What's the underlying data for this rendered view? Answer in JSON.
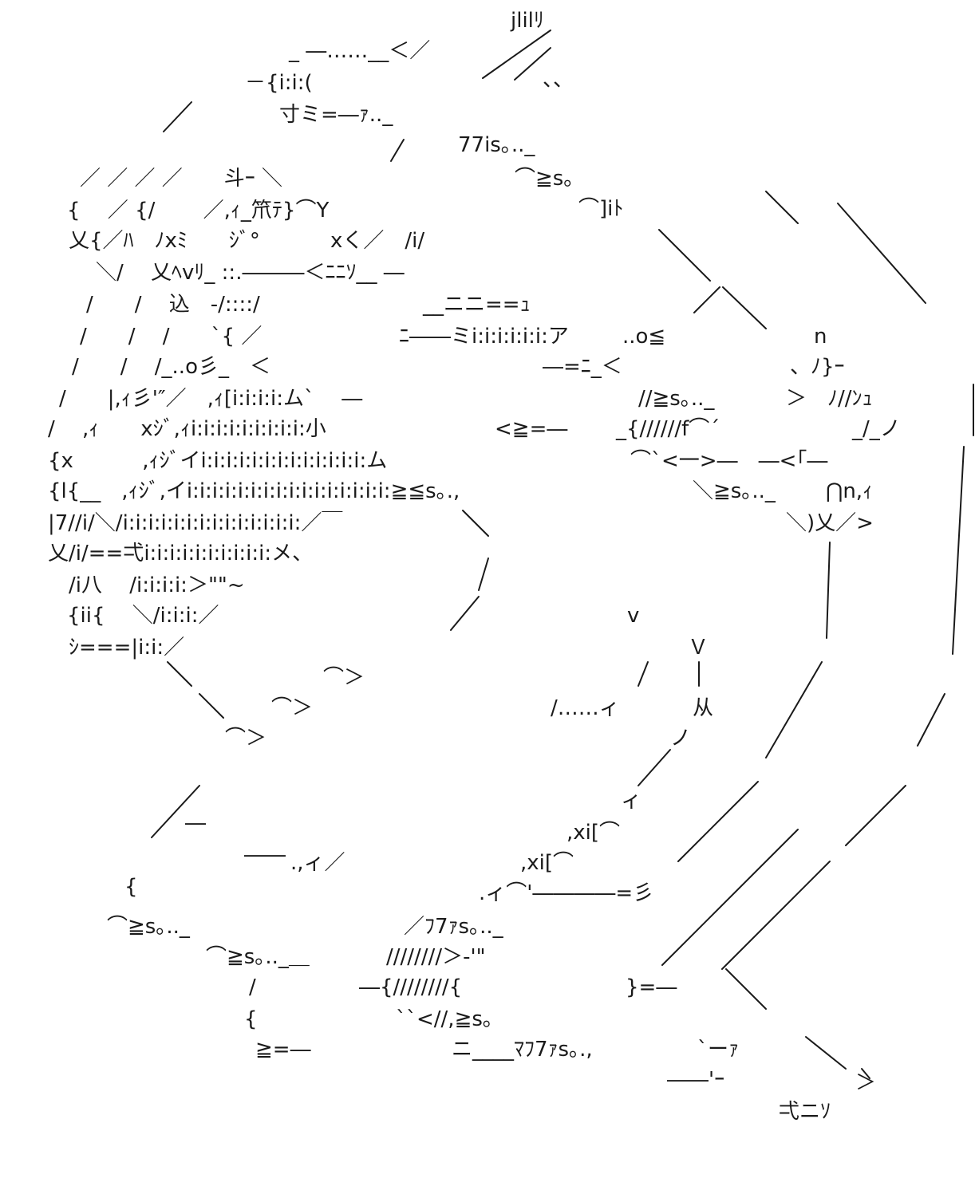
{
  "art": {
    "lines": [
      "jlilﾘ",
      "_ ―……__＜／",
      "、、",
      "－{i:i:(",
      "寸ミ=―ｧ.._",
      "77is｡.._",
      "⌒≧s｡",
      "⌒]iﾄ",
      "／ ／ ／ ／　　斗ｰ ＼",
      "{　 ／ {/　　 ／,ｨ_笊ﾃ}⌒Y",
      "乂{／ﾊ　ﾉxﾐ　　ｼﾞ°",
      "xく／　/i/",
      "＼/　 乂ﾍvﾘ_ ::.―――＜ﾆﾆｿ__ ―",
      "/　　/　 込　-/::::/",
      "__ニニ==ｭ",
      "/　　/　 /　　`{ ／",
      "ﾆ――ミi:i:i:i:i:i:ア",
      "..o≦",
      "n",
      "/　　/　 /_..o彡_　＜",
      "―=ﾆ_＜",
      "、ﾉ}ｰ",
      "/　　|,ｨ彡'″／　,ｨ[i:i:i:i:ム`　 ―",
      "//≧s｡.._",
      "＞　ﾉ//ﾝｭ",
      "/　 ,ｨ　　xｼﾞ,ｨi:i:i:i:i:i:i:i:i:小",
      "<≧=―",
      "_{//////f⌒´",
      "_/_ノ",
      "{x　　　 ,ｨｼﾞイi:i:i:i:i:i:i:i:i:i:i:i:i:ム",
      "⌒`<一>―　―<｢―",
      "{l{__　,ｨｼﾞ,イi:i:i:i:i:i:i:i:i:i:i:i:i:i:i:i:≧≦s｡.,",
      "＼≧s｡.._",
      "⋂n,ｨ",
      "|7//i/＼/i:i:i:i:i:i:i:i:i:i:i:i:i:i:／￣",
      "＼)乂／>",
      "乂/i/==弌i:i:i:i:i:i:i:i:i:i:メ、",
      "/i八　 /i:i:i:i:＞\"\"~",
      "{ii{　 ＼/i:i:i:／",
      "ｼ===|i:i:／",
      "⌒＞",
      "⌒＞",
      "⌒＞",
      "/……ィ",
      "从",
      "ノ",
      "Ｖ",
      "v",
      ",xi[⌒",
      ",xi[⌒",
      ".ィ⌒'――――=彡",
      "ィ",
      "―",
      "――",
      ".,ィ／",
      "{",
      "⌒≧s｡.._",
      "⌒≧s｡.._＿",
      "／ﾌ7ｧs｡.._",
      "////////＞-'\"",
      "―{////////{",
      "}=―",
      "/",
      "{",
      "``<//,≧s｡",
      "≧=―",
      "ニ____ﾏﾌ7ｧs｡.,",
      "`ーｧ",
      "――'ｰ",
      "弌ニｿ",
      "＞"
    ]
  }
}
